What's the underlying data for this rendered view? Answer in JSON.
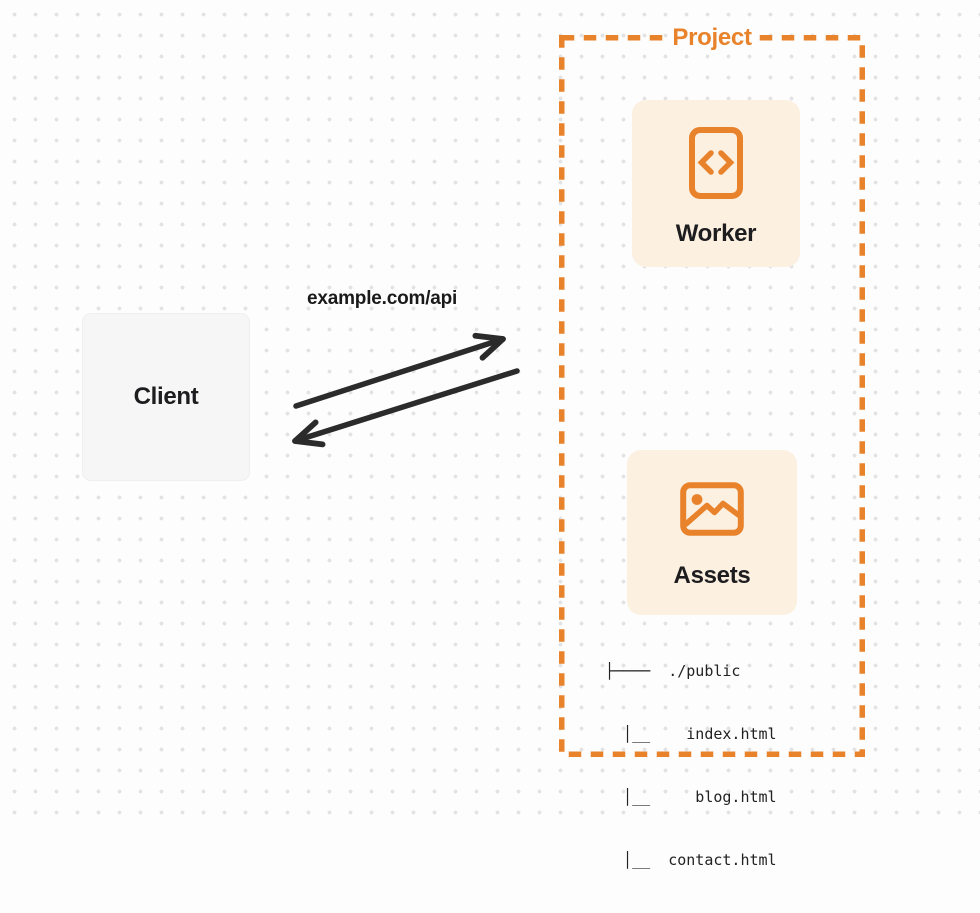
{
  "colors": {
    "accent": "#E8832C",
    "card_background": "#FCF0E1",
    "client_background": "#F6F6F7",
    "arrow": "#2B2B2B",
    "text": "#1D1D1F",
    "page_background": "#FDFDFD",
    "dot_grid": "#E3E3E3"
  },
  "diagram": {
    "client": {
      "label": "Client"
    },
    "request_label": "example.com/api",
    "project": {
      "label": "Project",
      "worker": {
        "label": "Worker",
        "icon": "code-file-icon"
      },
      "assets": {
        "label": "Assets",
        "icon": "image-icon"
      },
      "file_tree": {
        "lines": [
          "├────  ./public",
          "  │__    index.html",
          "  │__     blog.html",
          "  │__  contact.html"
        ]
      }
    }
  }
}
